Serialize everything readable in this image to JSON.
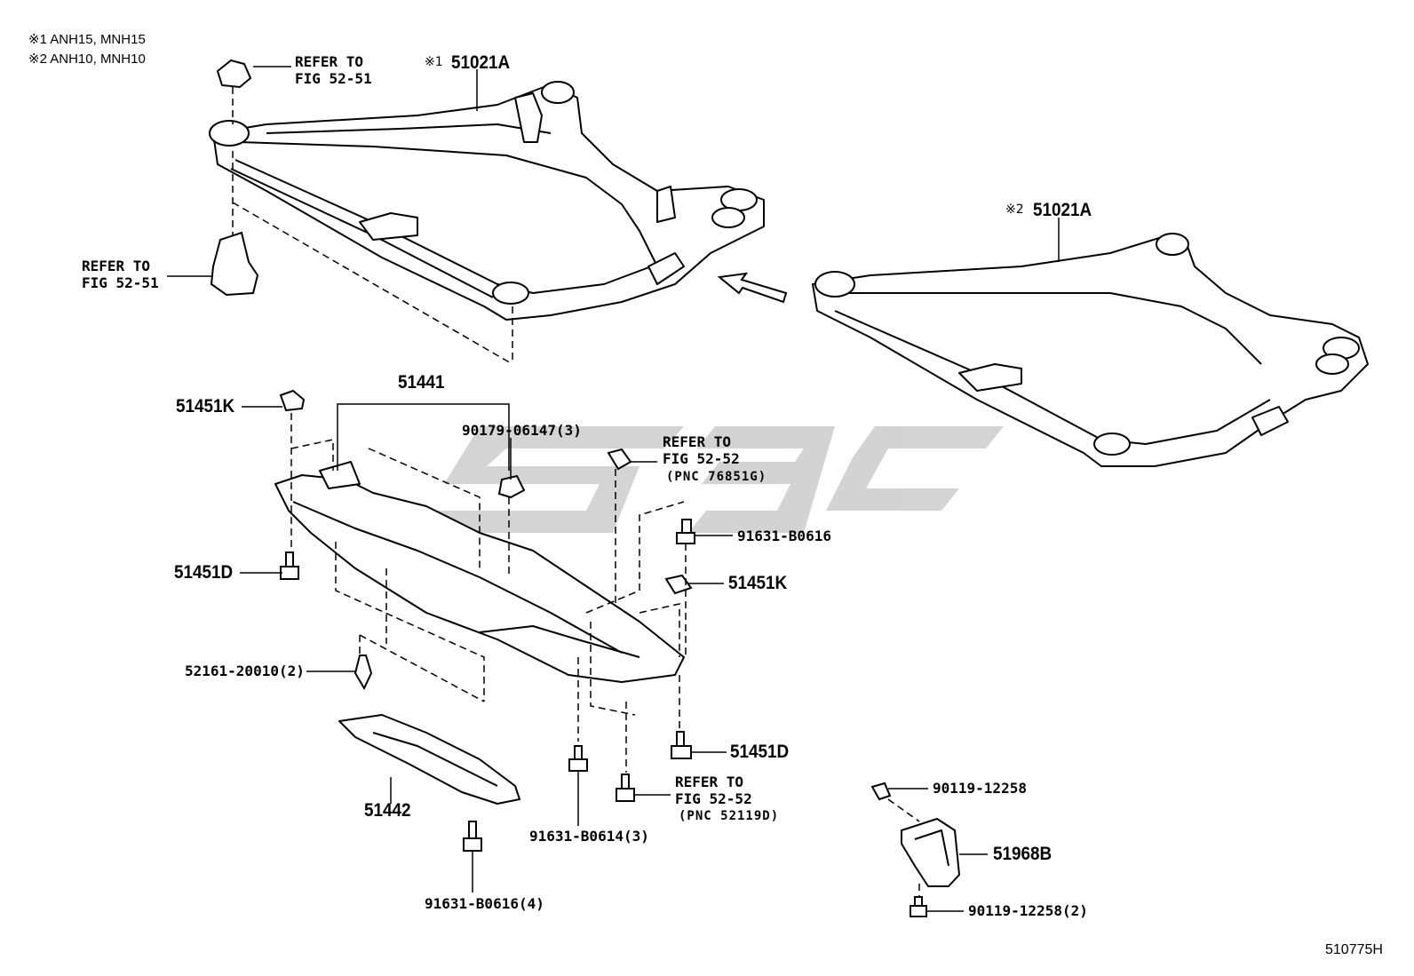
{
  "notes": {
    "n1": "※1 ANH15, MNH15",
    "n2": "※2 ANH10, MNH10"
  },
  "labels": {
    "subframe1_mark": "※1",
    "subframe1": "51021A",
    "subframe2_mark": "※2",
    "subframe2": "51021A",
    "refer_52_51_top": [
      "REFER TO",
      "FIG 52-51"
    ],
    "refer_52_51_bottom": [
      "REFER TO",
      "FIG 52-51"
    ],
    "p51441": "51441",
    "p51451K_left": "51451K",
    "p90179": "90179-06147(3)",
    "refer_52_52_top": [
      "REFER TO",
      "FIG 52-52"
    ],
    "pnc_76851G": "(PNC 76851G)",
    "p91631_B0616": "91631-B0616",
    "p51451K_right": "51451K",
    "p51451D_left": "51451D",
    "p52161": "52161-20010(2)",
    "p51451D_right": "51451D",
    "refer_52_52_bottom": [
      "REFER TO",
      "FIG 52-52"
    ],
    "pnc_52119D": "(PNC 52119D)",
    "p51442": "51442",
    "p91631_B0614": "91631-B0614(3)",
    "p91631_B0616_4": "91631-B0616(4)",
    "p90119_top": "90119-12258",
    "p51968B": "51968B",
    "p90119_bottom": "90119-12258(2)",
    "figure_code": "510775H"
  },
  "colors": {
    "line": "#000000",
    "watermark": "#c8c8c8"
  }
}
